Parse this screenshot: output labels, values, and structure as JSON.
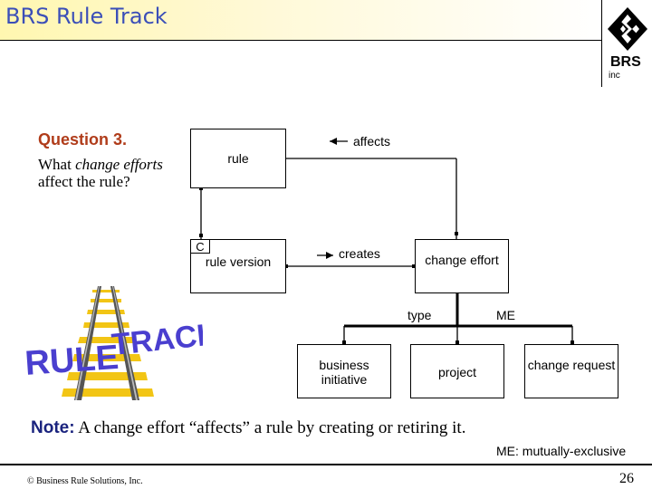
{
  "header": {
    "title": "BRS Rule Track",
    "logo_text": "BRS",
    "logo_sub": "inc"
  },
  "question": {
    "title": "Question 3.",
    "text_before": "What ",
    "text_emph": "change efforts",
    "text_after": " affect the rule?"
  },
  "diagram": {
    "rule": "rule",
    "affects": "affects",
    "c_marker": "C",
    "rule_version": "rule version",
    "creates": "creates",
    "change_effort": "change effort",
    "type": "type",
    "me": "ME",
    "business_initiative": "business initiative",
    "project": "project",
    "change_request": "change request"
  },
  "note": {
    "label": "Note:",
    "text": " A change effort “affects” a rule by creating or retiring it."
  },
  "me_definition": "ME: mutually-exclusive",
  "footer": {
    "copyright": "© Business Rule Solutions, Inc.",
    "page_number": "26"
  },
  "colors": {
    "title_text": "#3b4fb8",
    "title_bar": "#fff7b0",
    "question_title": "#b03c1a",
    "note_label": "#1a237e",
    "track_letters": "#4a3fcf",
    "track_ties": "#f2c515"
  },
  "images": {
    "logo": "brs-diamond-logo",
    "illustration": "rule-track-railroad-graphic"
  }
}
